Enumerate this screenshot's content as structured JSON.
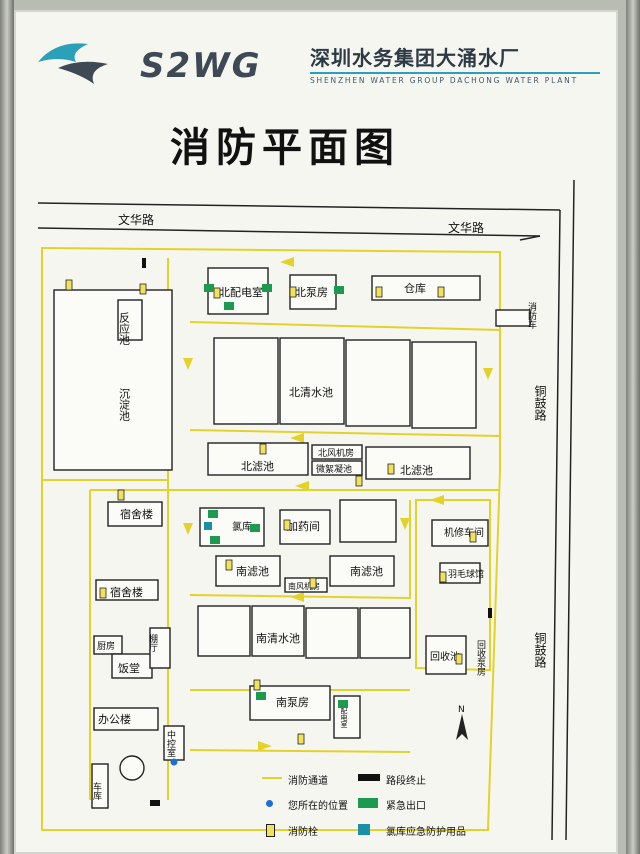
{
  "header": {
    "brand": "S2WG",
    "org_name_cn": "深圳水务集团大涌水厂",
    "org_name_en": "SHENZHEN WATER GROUP DACHONG WATER PLANT"
  },
  "title": "消防平面图",
  "roads": {
    "north_left": "文华路",
    "north_right": "文华路",
    "east_top": "铜鼓路",
    "east_bottom": "铜鼓路"
  },
  "buildings": {
    "reaction_tank": "反应池",
    "sediment_tank": "沉淀池",
    "north_distribution": "北配电室",
    "north_pump": "北泵房",
    "warehouse": "仓库",
    "fire_truck": "消防车",
    "north_clear_tank": "北清水池",
    "north_filter_left": "北滤池",
    "north_blower": "北风机房",
    "micro_flocculation": "微絮凝池",
    "north_filter_right": "北滤池",
    "dormitory_1": "宿舍楼",
    "chlorine_room": "氯库",
    "dosing_room": "加药间",
    "machine_shop": "机修车间",
    "hair_collector": "羽毛球馆",
    "dormitory_2": "宿舍楼",
    "south_filter_left": "南滤池",
    "south_filter_right": "南滤池",
    "south_blower": "南风机房",
    "kitchen": "厨房",
    "dining_hall": "饭堂",
    "shed": "棚厅",
    "south_clear_tank": "南清水池",
    "recovery_tank": "回收池",
    "recovery_pump": "回收泵房",
    "office": "办公楼",
    "central_control": "中控室",
    "south_pump": "南泵房",
    "south_distribution": "南配电室",
    "garage": "车库"
  },
  "legend": {
    "fire_lane": "消防通道",
    "road_end": "路段终止",
    "you_are_here": "您所在的位置",
    "emergency_exit": "紧急出口",
    "hydrant": "消防栓",
    "chlorine_gear": "氯库应急防护用品"
  },
  "colors": {
    "fire_lane": "#e3d22a",
    "exit_green": "#1c9a4f",
    "you_are_here": "#1e6fd0",
    "chlorine_gear": "#1b8fa6",
    "logo": "#2aa0b9"
  }
}
